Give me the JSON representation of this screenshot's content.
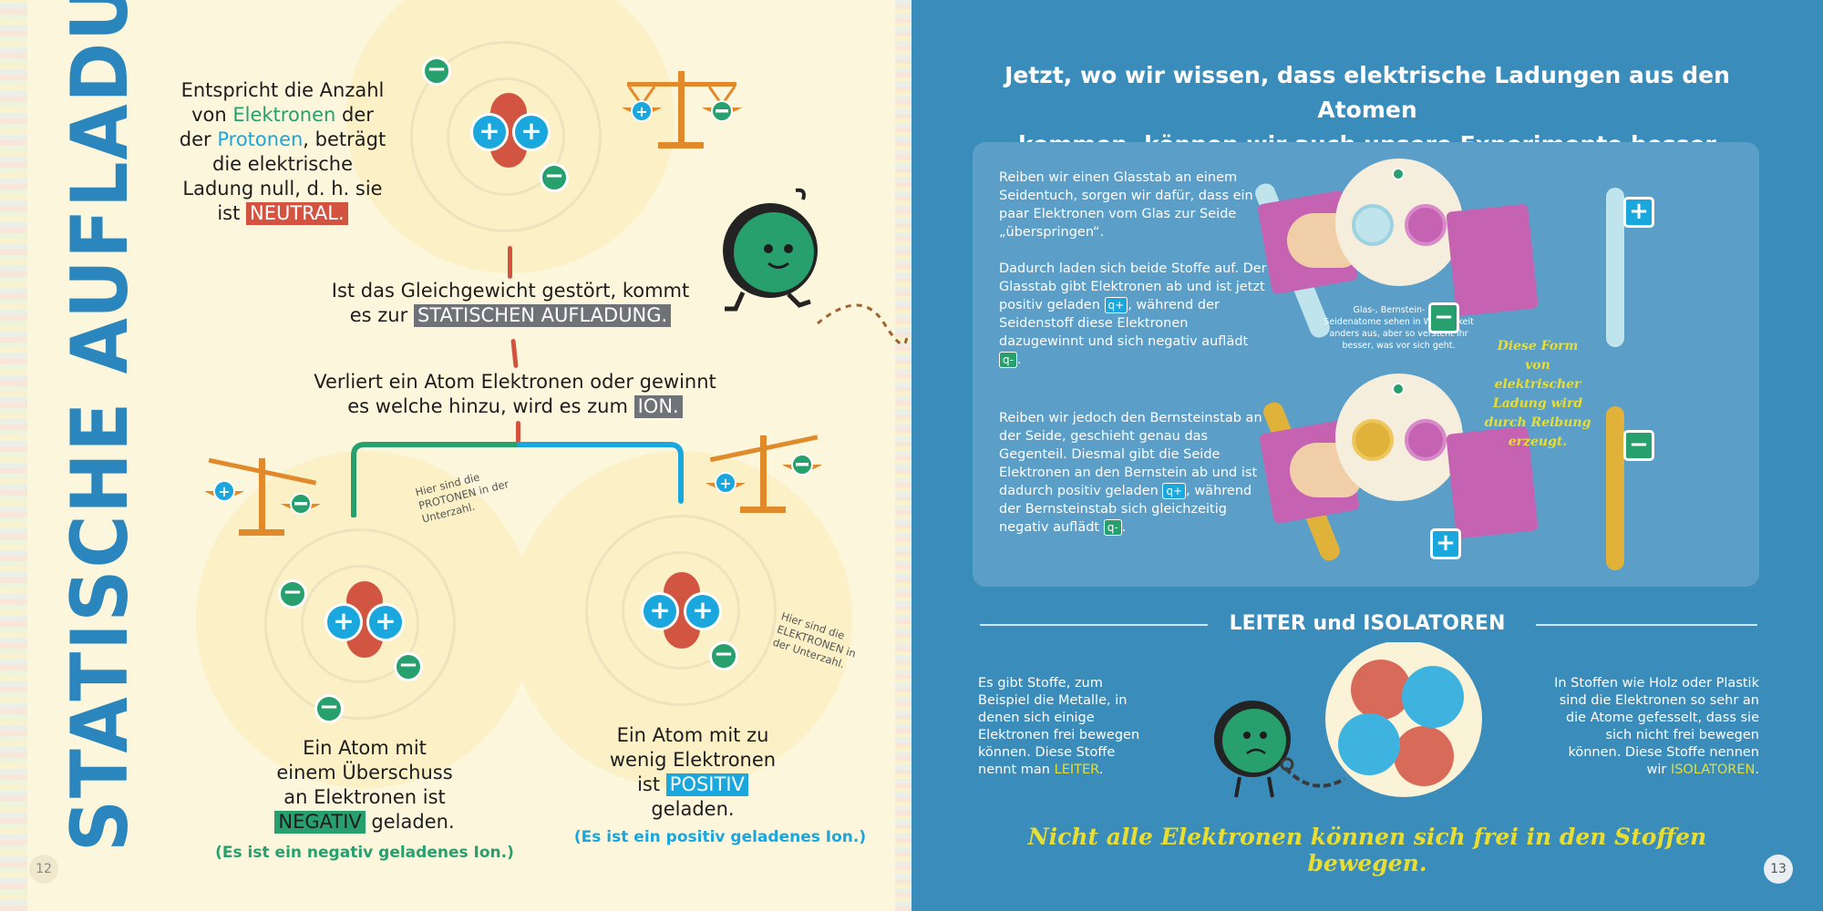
{
  "left_page": {
    "title": "STATISCHE AUFLADUNG",
    "intro": {
      "line1": "Entspricht die Anzahl",
      "line2_pre": "von ",
      "line2_elektronen": "Elektronen",
      "line2_post": " der",
      "line3_pre": "der ",
      "line3_protonen": "Protonen",
      "line3_post": ", beträgt",
      "line4": "die elektrische",
      "line5": "Ladung null, d. h. sie",
      "line6_pre": "ist ",
      "line6_neutral": "NEUTRAL."
    },
    "imbalance": {
      "line1": "Ist das Gleichgewicht gestört, kommt",
      "line2_pre": "es zur ",
      "line2_hl": "STATISCHEN AUFLADUNG."
    },
    "ion": {
      "line1": "Verliert ein Atom Elektronen oder gewinnt",
      "line2_pre": "es welche hinzu, wird es zum ",
      "line2_hl": "ION."
    },
    "note_left": "Hier sind die PROTONEN in der Unterzahl.",
    "note_right": "Hier sind die ELEKTRONEN in der Unterzahl.",
    "negative": {
      "line1": "Ein Atom mit",
      "line2": "einem Überschuss",
      "line3": "an Elektronen ist",
      "hl": "NEGATIV",
      "line4_post": " geladen.",
      "paren": "(Es ist ein negativ geladenes Ion.)"
    },
    "positive": {
      "line1": "Ein Atom mit zu",
      "line2": "wenig Elektronen",
      "line3_pre": "ist ",
      "hl": "POSITIV",
      "line4": "geladen.",
      "paren": "(Es ist ein positiv geladenes Ion.)"
    },
    "page_number": "12",
    "plus_glyph": "+",
    "minus_glyph": "−"
  },
  "right_page": {
    "heading_line1": "Jetzt, wo wir wissen, dass elektrische Ladungen aus den Atomen",
    "heading_line2": "kommen, können wir auch unsere Experimente besser verstehen:",
    "glass": {
      "p1": "Reiben wir einen Glasstab an einem Seidentuch, sorgen wir dafür, dass ein paar Elektronen vom Glas zur Seide „überspringen“.",
      "p2_pre": "Dadurch laden sich beide Stoffe auf. Der Glasstab gibt Elektronen ab und ist jetzt positiv geladen ",
      "q_plus": "q+",
      "p2_mid": ", während der Seidenstoff diese Elektronen dazugewinnt und sich negativ auflädt ",
      "q_minus": "q-",
      "p2_post": "."
    },
    "amber": {
      "p_pre": "Reiben wir jedoch den Bernsteinstab an der Seide, geschieht genau das Gegenteil. Diesmal gibt die Seide Elektronen an den Bernstein ab und ist dadurch positiv geladen ",
      "q_plus": "q+",
      "p_mid": ", während der Bernsteinstab sich gleichzeitig negativ auflädt ",
      "q_minus": "q-",
      "p_post": "."
    },
    "atom_note": "Glas-, Bernstein- und Seidenatome sehen in Wirklichkeit anders aus, aber so versteht ihr besser, was vor sich geht.",
    "friction_note": "Diese Form von elektrischer Ladung wird durch Reibung erzeugt.",
    "section_title": "LEITER und ISOLATOREN",
    "leiter": {
      "pre": "Es gibt Stoffe, zum Beispiel die Metalle, in denen sich einige Elektronen frei bewegen können. Diese Stoffe nennt man ",
      "hl": "LEITER",
      "post": "."
    },
    "isolator": {
      "pre": "In Stoffen wie Holz oder Plastik sind die Elektronen so sehr an die Atome gefesselt, dass sie sich nicht frei bewegen können. Diese Stoffe nennen wir ",
      "hl": "ISOLATOREN",
      "post": "."
    },
    "slogan": "Nicht alle Elektronen können sich frei in den Stoffen bewegen.",
    "page_number": "13",
    "plus_glyph": "+",
    "minus_glyph": "−"
  },
  "colors": {
    "left_bg": "#fcf6dc",
    "right_bg": "#3a8cbb",
    "title_blue": "#2a86bc",
    "proton_blue": "#1aa7dd",
    "electron_green": "#27a06e",
    "neutron_red": "#d15540",
    "highlight_yellow": "#e8dd32"
  }
}
